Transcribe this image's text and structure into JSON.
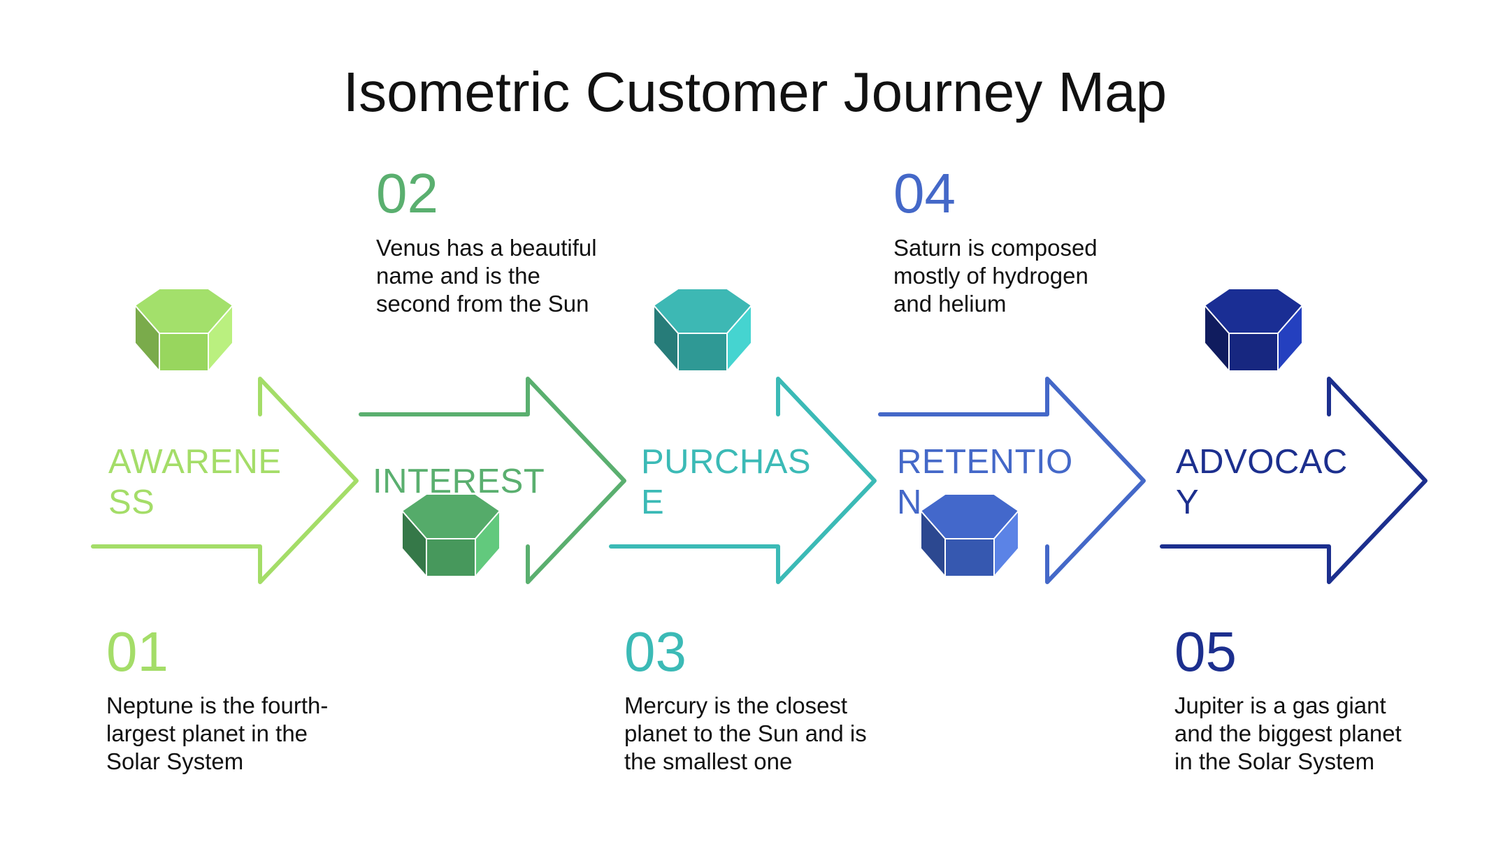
{
  "title": "Isometric Customer Journey Map",
  "stages": [
    {
      "number": "01",
      "label": "AWARENE\nSS",
      "description": "Neptune is the fourth-largest planet in the Solar System",
      "color": "#a4dd68",
      "prism": {
        "top": "#a3e06b",
        "left": "#7aab4b",
        "mid": "#98d65e",
        "right": "#baf07f"
      }
    },
    {
      "number": "02",
      "label": "INTEREST",
      "description": "Venus has a beautiful name and is the second from the Sun",
      "color": "#5aaf6f",
      "prism": {
        "top": "#55ab6a",
        "left": "#357848",
        "mid": "#47985c",
        "right": "#62c97d"
      }
    },
    {
      "number": "03",
      "label": "PURCHAS\nE",
      "description": "Mercury is the closest planet to the Sun and is the smallest one",
      "color": "#3bbab6",
      "prism": {
        "top": "#3db8b4",
        "left": "#277c79",
        "mid": "#2f9995",
        "right": "#45d4d0"
      }
    },
    {
      "number": "04",
      "label": "RETENTIO\nN",
      "description": "Saturn is composed mostly of hydrogen and helium",
      "color": "#4468c8",
      "prism": {
        "top": "#4368cb",
        "left": "#2c4890",
        "mid": "#3658b0",
        "right": "#5b83e6"
      }
    },
    {
      "number": "05",
      "label": "ADVOCAC\nY",
      "description": "Jupiter is a gas giant and the biggest planet in the Solar System",
      "color": "#1c2f8e",
      "prism": {
        "top": "#1a2e94",
        "left": "#101c5e",
        "mid": "#172780",
        "right": "#2440bf"
      }
    }
  ]
}
